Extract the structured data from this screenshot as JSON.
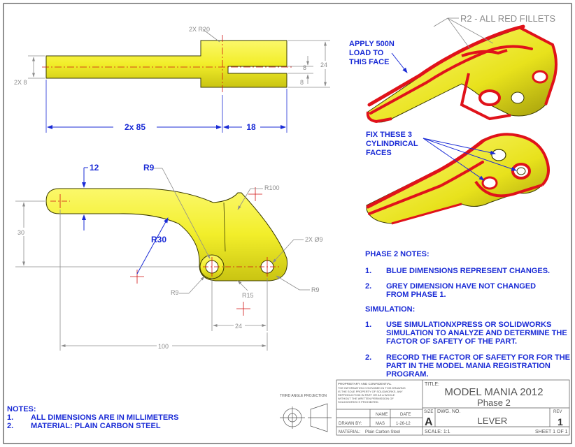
{
  "colors": {
    "part": "#f2ee2a",
    "part_edge": "#3a3a00",
    "red_fillet": "#e0121a",
    "blue_dim": "#1a2bd6",
    "grey_dim": "#8c8c8c",
    "border": "#4a4a4a"
  },
  "top_view": {
    "dim_2xr20": "2X R20",
    "dim_2x8": "2X 8",
    "dim_8a": "8",
    "dim_8b": "8",
    "dim_24": "24",
    "dim_2x85": "2x 85",
    "dim_18": "18"
  },
  "side_view": {
    "dim_12": "12",
    "dim_r9_top": "R9",
    "dim_r100": "R100",
    "dim_r30": "R30",
    "dim_30": "30",
    "dim_2xd9": "2X Ø9",
    "dim_r9_left": "R9",
    "dim_r15": "R15",
    "dim_r9_right": "R9",
    "dim_24": "24",
    "dim_100": "100"
  },
  "callouts": {
    "fillets": "R2 - ALL RED FILLETS",
    "load_1": "APPLY 500N",
    "load_2": "LOAD TO",
    "load_3": "THIS FACE",
    "fix_1": "FIX THESE 3",
    "fix_2": "CYLINDRICAL",
    "fix_3": "FACES"
  },
  "phase_notes": {
    "heading": "PHASE 2 NOTES:",
    "n1_num": "1.",
    "n1_l1": "BLUE DIMENSIONS REPRESENT CHANGES.",
    "n2_num": "2.",
    "n2_l1": "GREY DIMENSION HAVE NOT CHANGED",
    "n2_l2": "FROM PHASE 1.",
    "sim_heading": "SIMULATION:",
    "s1_num": "1.",
    "s1_l1": "USE SIMULATIONXPRESS OR SOLIDWORKS",
    "s1_l2": "SIMULATION TO ANALYZE AND DETERMINE THE",
    "s1_l3": "FACTOR OF SAFETY OF THE PART.",
    "s2_num": "2.",
    "s2_l1": "RECORD THE FACTOR OF SAFETY FOR FOR THE",
    "s2_l2": "PART IN THE MODEL MANIA REGISTRATION",
    "s2_l3": "PROGRAM."
  },
  "notes": {
    "heading": "NOTES:",
    "n1_num": "1.",
    "n1": "ALL DIMENSIONS ARE IN MILLIMETERS",
    "n2_num": "2.",
    "n2": "MATERIAL: PLAIN CARBON STEEL"
  },
  "title_block": {
    "projection": "THIRD ANGLE PROJECTION",
    "proprietary_head": "PROPRIETARY AND CONFIDENTIAL",
    "proprietary_1": "THE INFORMATION CONTAINED IN THIS DRAWING",
    "proprietary_2": "IS THE SOLE PROPERTY OF SOLIDWORKS. ANY",
    "proprietary_3": "REPRODUCTION IN PART OR AS A WHOLE",
    "proprietary_4": "WITHOUT THE WRITTEN PERMISSION OF",
    "proprietary_5": "SOLIDWORKS IS PROHIBITED.",
    "name_hdr": "NAME",
    "date_hdr": "DATE",
    "drawn_by": "DRAWN BY:",
    "drawn_name": "MAS",
    "drawn_date": "1-26-12",
    "material_lbl": "MATERIAL:",
    "material_val": "Plain Carbon Steel",
    "title_lbl": "TITLE:",
    "title_1": "MODEL MANIA 2012",
    "title_2": "Phase 2",
    "size_lbl": "SIZE",
    "size_val": "A",
    "dwg_lbl": "DWG. NO.",
    "dwg_val": "LEVER",
    "rev_lbl": "REV",
    "rev_val": "1",
    "scale": "SCALE: 1:1",
    "sheet": "SHEET 1 OF 1"
  }
}
